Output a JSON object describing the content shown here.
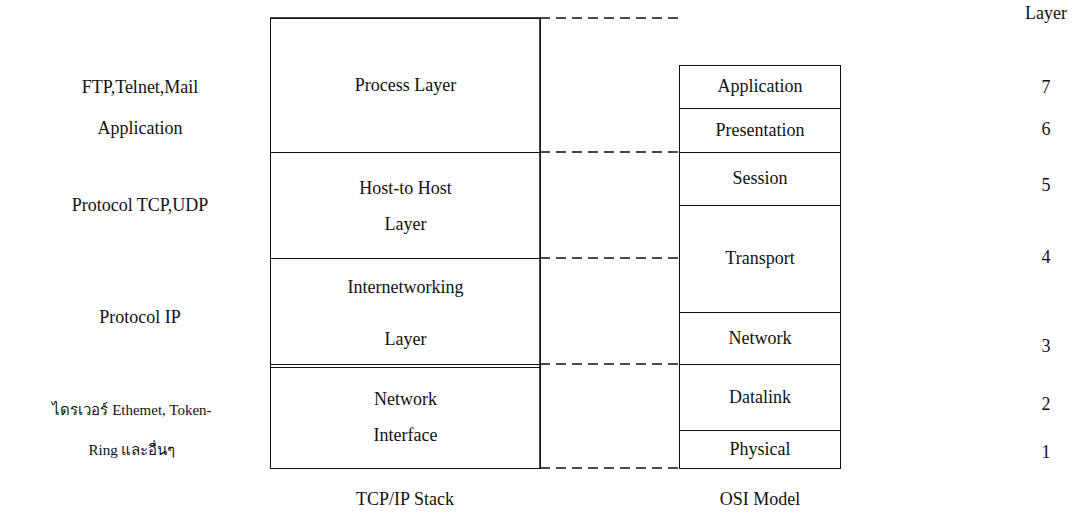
{
  "diagram": {
    "nodes": [
      {
        "text": [
          "Process Layer"
        ]
      },
      {
        "text": [
          "Host-to Host Layer"
        ]
      },
      {
        "text": [
          "Internetworking Layer"
        ]
      },
      {
        "text": [
          "Network Interface"
        ]
      },
      {
        "text": [
          "Application"
        ]
      },
      {
        "text": [
          "Presentation"
        ]
      },
      {
        "text": [
          "Session"
        ]
      },
      {
        "text": [
          "Transport"
        ]
      },
      {
        "text": [
          "Network"
        ]
      },
      {
        "text": [
          "Datalink"
        ]
      },
      {
        "text": [
          "Physical"
        ]
      }
    ],
    "labels": [
      "Layer",
      "7",
      "6",
      "5",
      "4",
      "3",
      "2",
      "1",
      "FTP,Telnet,Mail Application",
      "Protocol TCP,UDP",
      "Protocol IP",
      "ไดรเวอร์ Ethemet, Token- Ring และอื่นๆ",
      "TCP/IP Stack",
      "OSI Model"
    ]
  }
}
